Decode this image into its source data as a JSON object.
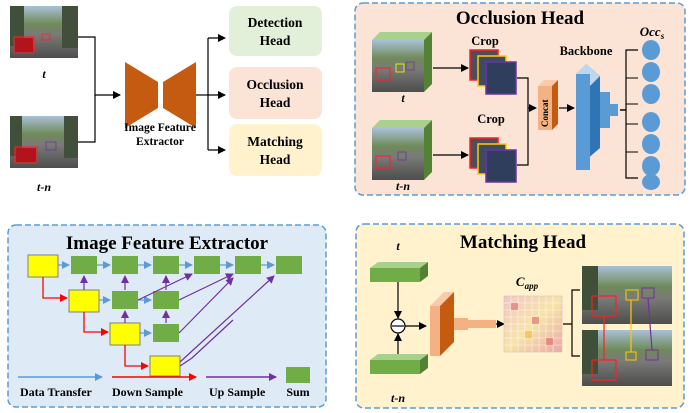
{
  "colors": {
    "detection_bg": "#e2efd9",
    "occlusion_bg": "#fbe4d5",
    "matching_bg": "#fff2cc",
    "extractor_orange": "#c55a11",
    "panel_border": "#5b9bd5",
    "yellow_node": "#ffff00",
    "green_node": "#70ad47",
    "red_arrow": "#ff0000",
    "purple_arrow": "#7030a0",
    "blue_arrow": "#5b9bd5",
    "concat": "#f4b183",
    "backbone": "#5b9bd5"
  },
  "pipeline": {
    "label_t": "t",
    "label_tn": "t-n",
    "extractor_label_line1": "Image Feature",
    "extractor_label_line2": "Extractor",
    "heads": {
      "detection_line1": "Detection",
      "detection_line2": "Head",
      "occlusion_line1": "Occlusion",
      "occlusion_line2": "Head",
      "matching_line1": "Matching",
      "matching_line2": "Head"
    }
  },
  "occlusion_panel": {
    "title": "Occlusion Head",
    "label_t": "t",
    "label_tn": "t-n",
    "crop_top": "Crop",
    "crop_bottom": "Crop",
    "concat": "Concat",
    "backbone": "Backbone",
    "occ_main": "Occ",
    "occ_sub": "s"
  },
  "extractor_panel": {
    "title": "Image Feature Extractor",
    "legend": {
      "data_transfer": "Data Transfer",
      "down_sample": "Down Sample",
      "up_sample": "Up Sample",
      "sum": "Sum"
    }
  },
  "matching_panel": {
    "title": "Matching Head",
    "label_t": "t",
    "label_tn": "t-n",
    "capp_main": "C",
    "capp_sub": "app"
  }
}
